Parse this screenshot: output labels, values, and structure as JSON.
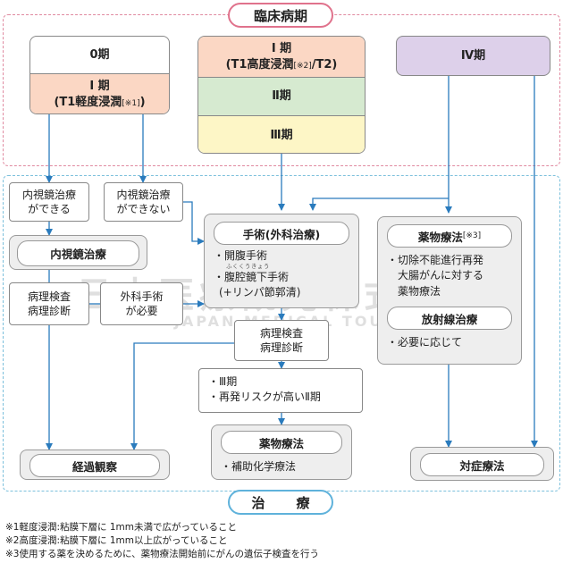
{
  "titles": {
    "clinical_stage": "臨床病期",
    "treatment": "治　療"
  },
  "stages": {
    "stage0": "0期",
    "stage1_left_line1": "I 期",
    "stage1_left_line2": "(T1軽度浸潤",
    "stage1_left_note": "[※1]",
    "stage1_left_close": ")",
    "stage1_center_line1": "I 期",
    "stage1_center_line2a": "(T1高度浸潤",
    "stage1_center_note": "[※2]",
    "stage1_center_line2b": "/T2)",
    "stage2": "Ⅱ期",
    "stage3": "Ⅲ期",
    "stage4": "Ⅳ期"
  },
  "endoscopy": {
    "possible_line1": "内視鏡治療",
    "possible_line2": "ができる",
    "impossible_line1": "内視鏡治療",
    "impossible_line2": "ができない",
    "treatment": "内視鏡治療",
    "pathology_line1": "病理検査",
    "pathology_line2": "病理診断",
    "surgery_needed_line1": "外科手術",
    "surgery_needed_line2": "が必要"
  },
  "surgery": {
    "title": "手術(外科治療)",
    "item1": "・開腹手術",
    "ruby": "ふくくうきょう",
    "item2": "・腹腔鏡下手術",
    "item3": "(+リンパ節郭清)",
    "pathology_line1": "病理検査",
    "pathology_line2": "病理診断",
    "cond1": "・Ⅲ期",
    "cond2": "・再発リスクが高いⅡ期"
  },
  "adjuvant": {
    "title": "薬物療法",
    "item": "・補助化学療法"
  },
  "stage4_treatment": {
    "drug_title": "薬物療法",
    "drug_note": "[※3]",
    "drug_line1": "・切除不能進行再発",
    "drug_line2": "大腸がんに対する",
    "drug_line3": "薬物療法",
    "radiation_title": "放射線治療",
    "radiation_item": "・必要に応じて"
  },
  "outcomes": {
    "observation": "経過観察",
    "symptomatic": "対症療法"
  },
  "notes": [
    "※1軽度浸潤:粘膜下層に 1mm未満で広がっていること",
    "※2高度浸潤:粘膜下層に 1mm以上広がっていること",
    "※3使用する薬を決めるために、薬物療法開始前にがんの遺伝子検査を行う"
  ],
  "watermark": {
    "line1": "日本医療観光株式会社",
    "line2": "JAPAN MEDICAL TOURISM"
  },
  "colors": {
    "stage1_fill": "#fbd7c4",
    "stage2_fill": "#d6ead0",
    "stage3_fill": "#fdf6c6",
    "stage4_fill": "#ddd0ea",
    "arrow": "#2a7bbd",
    "title_top_border": "#e0728c",
    "title_bottom_border": "#5fb2db"
  }
}
